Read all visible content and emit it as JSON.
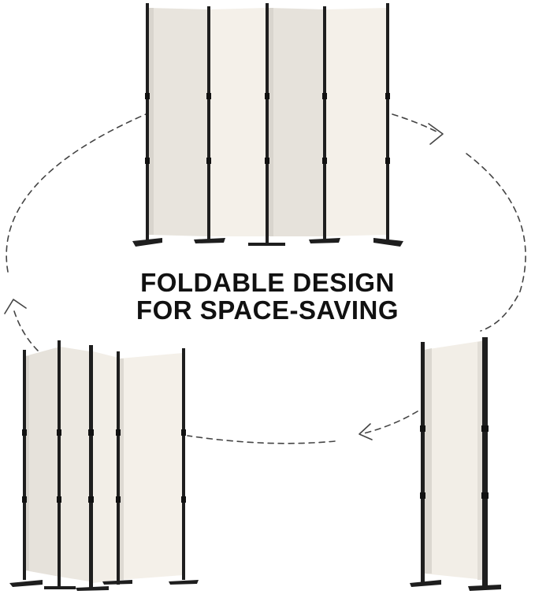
{
  "headline": {
    "line1": "FOLDABLE DESIGN",
    "line2": "FOR SPACE-SAVING"
  },
  "colors": {
    "background": "#ffffff",
    "panel_fabric": "#ece8e1",
    "panel_fabric_light": "#f4f0e9",
    "panel_fabric_dark": "#dedad3",
    "frame": "#1e1e1e",
    "arrow_dash": "#444444",
    "text": "#111111"
  },
  "illustrations": [
    {
      "name": "room-divider-open-flat",
      "panels": 4
    },
    {
      "name": "room-divider-partially-folded",
      "panels": 4
    },
    {
      "name": "room-divider-fully-folded",
      "panels": 4
    }
  ]
}
